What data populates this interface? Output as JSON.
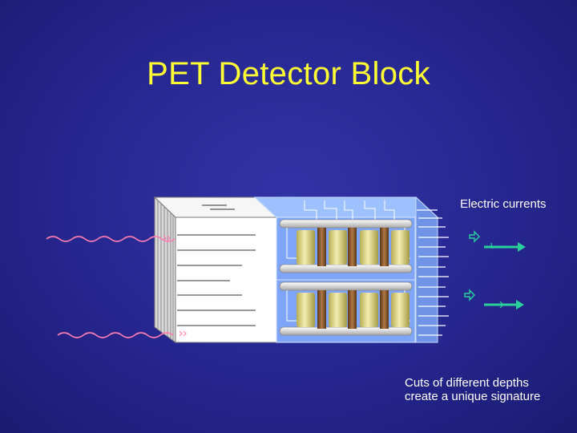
{
  "slide": {
    "title": "PET Detector Block",
    "label_electric": "Electric currents",
    "caption_line1": "Cuts of different depths",
    "caption_line2": "create a unique signature"
  },
  "colors": {
    "background": "#26268f",
    "title": "#ffff33",
    "text": "#ffffff",
    "crystal_face": "#ffffff",
    "pmt_housing": "#86b0ff",
    "pmt_tube": "#e0d98a",
    "pmt_dynode": "#8a5a35",
    "photon_wave": "#ff7fb0",
    "signal_arrow": "#2ad19a"
  },
  "icons": [
    "photon-wave-icon",
    "signal-arrow-icon"
  ]
}
